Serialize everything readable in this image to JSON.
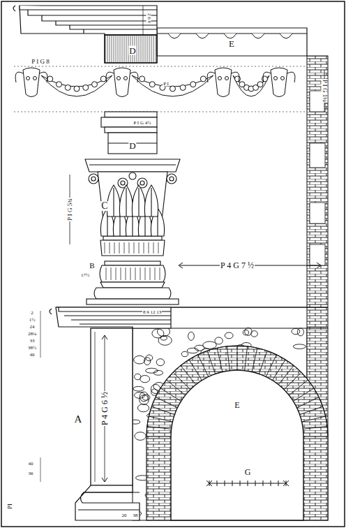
{
  "diagram": {
    "labels": [
      "D",
      "P I G 8",
      "E",
      "P I G 1¼",
      "P I",
      "D",
      "P I G 4½",
      "C",
      "P I G 5¾",
      "B",
      "17½",
      "P 4 G 7 ½",
      "8 9 12 13",
      "A",
      "P 4 G 6 ½",
      "E",
      "G",
      "40",
      "36",
      "PI",
      "20",
      "38",
      "2",
      "1½",
      "24",
      "28¼",
      "33",
      "38½",
      "40",
      "2 6 8"
    ]
  }
}
